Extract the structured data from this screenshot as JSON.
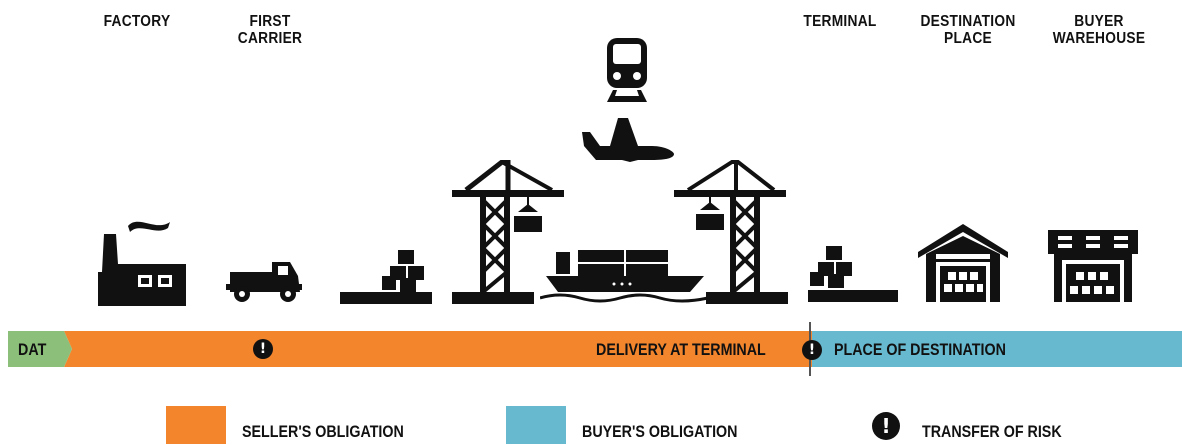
{
  "stages": {
    "factory": "FACTORY",
    "first_carrier_1": "FIRST",
    "first_carrier_2": "CARRIER",
    "terminal": "TERMINAL",
    "destination_1": "DESTINATION",
    "destination_2": "PLACE",
    "buyer_1": "BUYER",
    "buyer_2": "WAREHOUSE"
  },
  "bar": {
    "term": "DAT",
    "delivery": "DELIVERY AT TERMINAL",
    "destination": "PLACE OF DESTINATION",
    "risk_symbol": "!"
  },
  "legend": {
    "seller": "SELLER'S OBLIGATION",
    "buyer": "BUYER'S OBLIGATION",
    "risk": "TRANSFER OF RISK"
  },
  "colors": {
    "seller": "#f3852d",
    "buyer": "#67b9cf",
    "term": "#8cbf7a"
  },
  "icons": [
    "factory-icon",
    "truck-icon",
    "pallet-icon",
    "crane-icon",
    "train-icon",
    "airplane-icon",
    "cargo-ship-icon",
    "crane-icon",
    "pallet-icon",
    "warehouse-icon",
    "warehouse-icon"
  ]
}
